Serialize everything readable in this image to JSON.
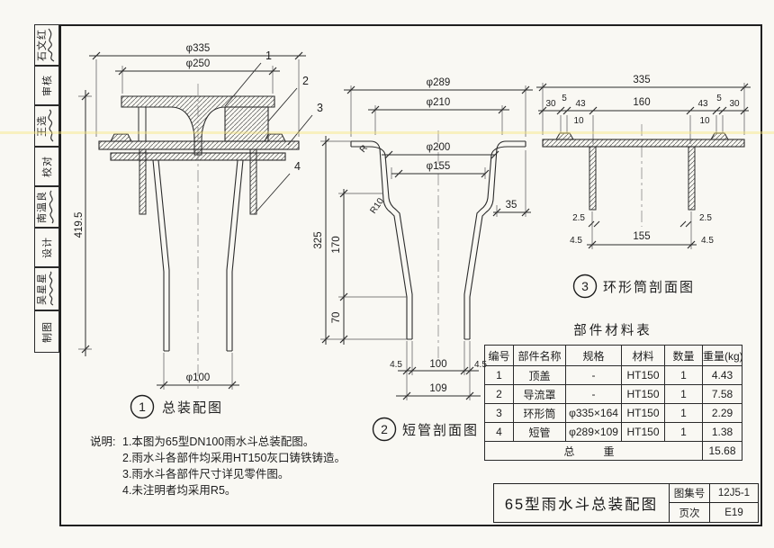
{
  "signature_column": {
    "cells": [
      {
        "kind": "name",
        "text": "石文红"
      },
      {
        "kind": "label",
        "text": "审核"
      },
      {
        "kind": "name",
        "text": "王选"
      },
      {
        "kind": "label",
        "text": "校对"
      },
      {
        "kind": "name",
        "text": "南温良"
      },
      {
        "kind": "label",
        "text": "设计"
      },
      {
        "kind": "name",
        "text": "吴星星"
      },
      {
        "kind": "label",
        "text": "制图"
      }
    ]
  },
  "drawing1": {
    "number": "1",
    "title": "总装配图",
    "dims": {
      "top": "φ335",
      "mid": "φ250",
      "height": "419.5",
      "bottom": "φ100"
    },
    "part_refs": [
      "1",
      "2",
      "3",
      "4"
    ]
  },
  "drawing2": {
    "number": "2",
    "title": "短管剖面图",
    "dims": {
      "d289": "φ289",
      "d210": "φ210",
      "d200": "φ200",
      "d155": "φ155",
      "r": "R",
      "r10": "R10",
      "w35": "35",
      "h325": "325",
      "h170": "170",
      "h70": "70",
      "t45l": "4.5",
      "w100": "100",
      "t45r": "4.5",
      "w109": "109"
    }
  },
  "drawing3": {
    "number": "3",
    "title": "环形筒剖面图",
    "dims": {
      "w335": "335",
      "seg30l": "30",
      "seg5l": "5",
      "seg43l": "43",
      "seg160": "160",
      "seg43r": "43",
      "seg5r": "5",
      "seg30r": "30",
      "t10l": "10",
      "t10r": "10",
      "t25l": "2.5",
      "t25r": "2.5",
      "t45l": "4.5",
      "t45r": "4.5",
      "w155": "155"
    }
  },
  "parts_table": {
    "title": "部件材料表",
    "headers": [
      "编号",
      "部件名称",
      "规格",
      "材料",
      "数量",
      "重量(kg)"
    ],
    "rows": [
      [
        "1",
        "顶盖",
        "-",
        "HT150",
        "1",
        "4.43"
      ],
      [
        "2",
        "导流罩",
        "-",
        "HT150",
        "1",
        "7.58"
      ],
      [
        "3",
        "环形筒",
        "φ335×164",
        "HT150",
        "1",
        "2.29"
      ],
      [
        "4",
        "短管",
        "φ289×109",
        "HT150",
        "1",
        "1.38"
      ]
    ],
    "total_label": "总　重",
    "total_value": "15.68"
  },
  "notes": {
    "label": "说明:",
    "items": [
      "1.本图为65型DN100雨水斗总装配图。",
      "2.雨水斗各部件均采用HT150灰口铸铁铸造。",
      "3.雨水斗各部件尺寸详见零件图。",
      "4.未注明者均采用R5。"
    ]
  },
  "footer": {
    "title": "65型雨水斗总装配图",
    "atlas_label": "图集号",
    "atlas_no": "12J5-1",
    "page_label": "页次",
    "page_no": "E19"
  }
}
